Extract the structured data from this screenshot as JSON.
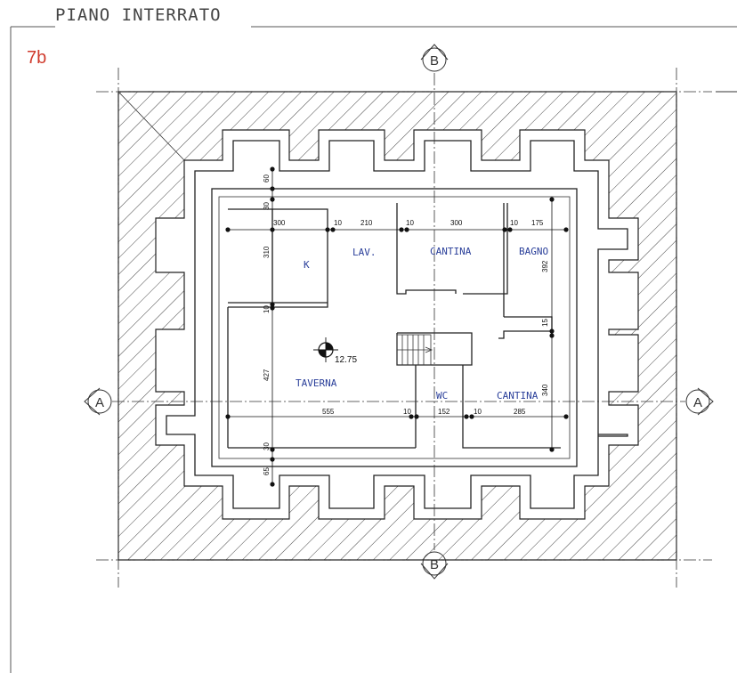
{
  "title": "PIANO INTERRATO",
  "sheet": "7b",
  "section_marks": {
    "vertical": "B",
    "horizontal": "A"
  },
  "rooms": {
    "k": "K",
    "lav": "LAV.",
    "cantina_top": "CANTINA",
    "bagno": "BAGNO",
    "taverna": "TAVERNA",
    "wc": "WC",
    "cantina_bottom": "CANTINA"
  },
  "elevation": "12.75",
  "dimensions": {
    "top": [
      "300",
      "10",
      "210",
      "10",
      "300",
      "10",
      "175"
    ],
    "bottom": [
      "555",
      "10",
      "152",
      "10",
      "285"
    ],
    "left": [
      "60",
      "30",
      "310",
      "10",
      "427",
      "30",
      "65"
    ],
    "right": [
      "392",
      "15",
      "340"
    ]
  },
  "colors": {
    "labels": "#2a3f9a",
    "sheet": "#d03a2c",
    "lines": "#222222"
  }
}
